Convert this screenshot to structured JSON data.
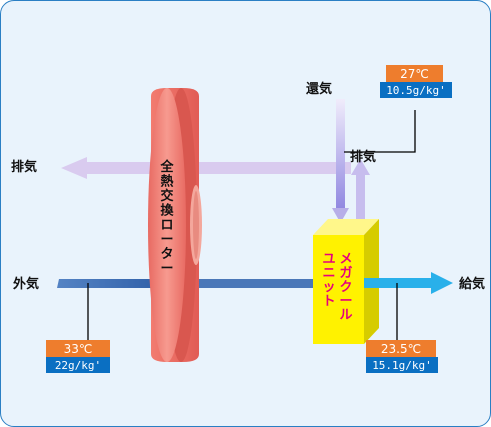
{
  "labels": {
    "exhaust_left": "排気",
    "outside_air": "外気",
    "return_air": "還気",
    "exhaust_top": "排気",
    "supply_air": "給気"
  },
  "rotor": {
    "label": [
      "全",
      "熱",
      "交",
      "換",
      "ロ",
      "ー",
      "タ",
      "ー"
    ]
  },
  "unit": {
    "label_col1": [
      "メ",
      "ガ",
      "ク",
      "ー",
      "ル"
    ],
    "label_col2": [
      "ユ",
      "ニ",
      "ッ",
      "ト"
    ]
  },
  "readouts": {
    "return_air": {
      "temp": "27℃",
      "humidity": "10.5g/kg'"
    },
    "outside_air": {
      "temp": "33℃",
      "humidity": "22g/kg'"
    },
    "supply_air": {
      "temp": "23.5℃",
      "humidity": "15.1g/kg'"
    }
  },
  "colors": {
    "temp_box": "#ee7d2d",
    "humidity_box": "#0a6fc2",
    "rotor": "#f58c7f",
    "unit": "#fff200",
    "unit_text": "#e6007e",
    "exhaust_arrow": "#d7c8ee",
    "fresh_air_line": "#3f73b5",
    "supply_arrow": "#29b0ea"
  }
}
